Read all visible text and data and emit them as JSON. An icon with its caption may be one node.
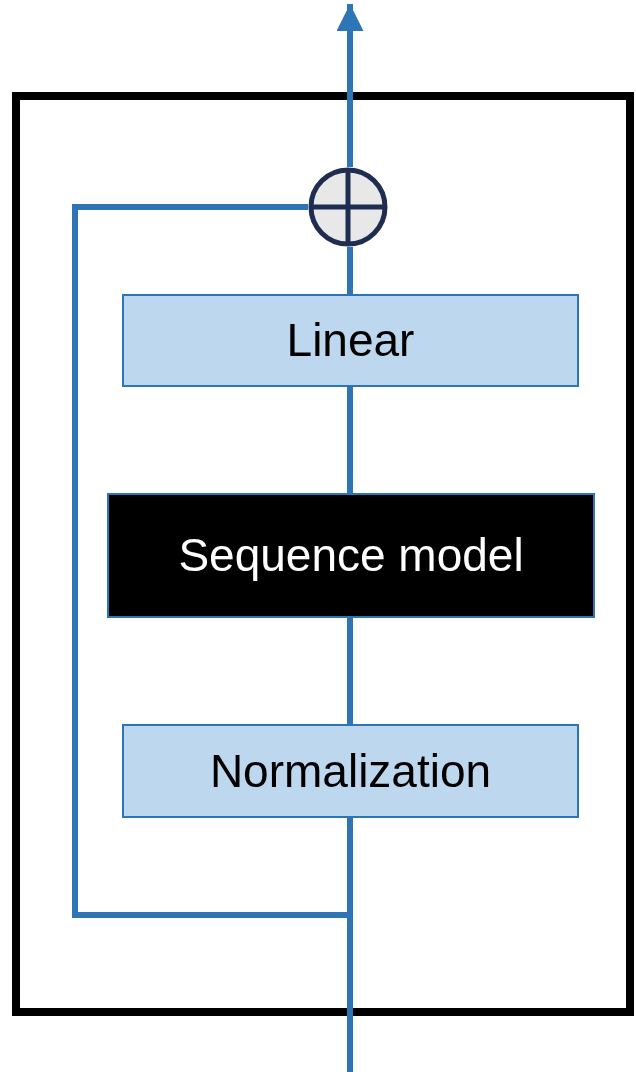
{
  "diagram": {
    "nodes": [
      {
        "text": [],
        "shape": "box"
      },
      {
        "text": [
          "Linear"
        ],
        "in": 0
      },
      {
        "text": [
          "Sequence model"
        ],
        "in": 0
      },
      {
        "text": [
          "Normalization"
        ],
        "in": 0
      },
      {
        "text": [],
        "shape": "circle",
        "in": 0
      }
    ],
    "edges": [
      {
        "from": null,
        "to": 3,
        "arrow": "none"
      },
      {
        "from": null,
        "to": 4,
        "arrow": "none"
      },
      {
        "from": 3,
        "to": 2,
        "arrow": "none"
      },
      {
        "from": 2,
        "to": 1,
        "arrow": "none"
      },
      {
        "from": 1,
        "to": 4,
        "arrow": "none"
      },
      {
        "from": 4,
        "to": null,
        "arrow": "to"
      }
    ]
  }
}
